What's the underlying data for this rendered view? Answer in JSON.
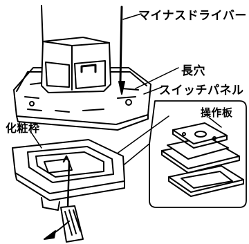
{
  "labels": {
    "screwdriver": "マイナスドライバー",
    "slot": "長穴",
    "switch_panel": "スイッチパネル",
    "frame": "化粧枠",
    "operation_plate": "操作板"
  }
}
